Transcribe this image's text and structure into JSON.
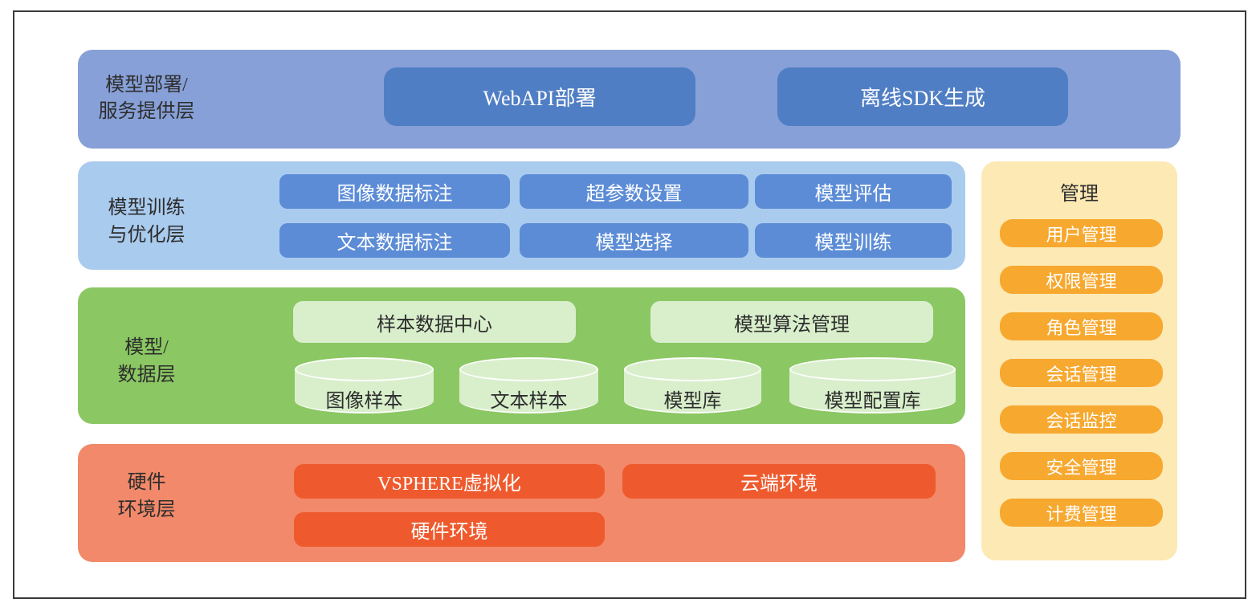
{
  "figure": {
    "type": "layered-architecture-diagram",
    "colors": {
      "deployment_bg": "#87A0D7",
      "deployment_node": "#507EC4",
      "training_bg": "#A9CBEE",
      "training_node": "#5C8CD6",
      "model_data_bg": "#8BC763",
      "model_data_node": "#D9EFCC",
      "hardware_bg": "#F1896A",
      "hardware_node": "#EE5A2D",
      "management_bg": "#FCE9B4",
      "management_node": "#F7A82F",
      "label_text": "#2d2d2d",
      "node_text": "#ffffff",
      "border": "#3a3a3a"
    }
  },
  "layers": {
    "deployment": {
      "label_line1": "模型部署/",
      "label_line2": "服务提供层",
      "items": {
        "webapi": "WebAPI部署",
        "sdk": "离线SDK生成"
      }
    },
    "training": {
      "label_line1": "模型训练",
      "label_line2": "与优化层",
      "items": {
        "image_annotation": "图像数据标注",
        "hyperparameter": "超参数设置",
        "evaluation": "模型评估",
        "text_annotation": "文本数据标注",
        "selection": "模型选择",
        "training": "模型训练"
      }
    },
    "model_data": {
      "label_line1": "模型/",
      "label_line2": "数据层",
      "boxes": {
        "sample_center": "样本数据中心",
        "algorithm_mgmt": "模型算法管理"
      },
      "cylinders": {
        "image_samples": "图像样本",
        "text_samples": "文本样本",
        "model_repo": "模型库",
        "model_config_repo": "模型配置库"
      }
    },
    "hardware": {
      "label_line1": "硬件",
      "label_line2": "环境层",
      "items": {
        "vsphere": "VSPHERE虚拟化",
        "cloud": "云端环境",
        "hardware_env": "硬件环境"
      }
    }
  },
  "management": {
    "title": "管理",
    "items": [
      "用户管理",
      "权限管理",
      "角色管理",
      "会话管理",
      "会话监控",
      "安全管理",
      "计费管理"
    ]
  }
}
